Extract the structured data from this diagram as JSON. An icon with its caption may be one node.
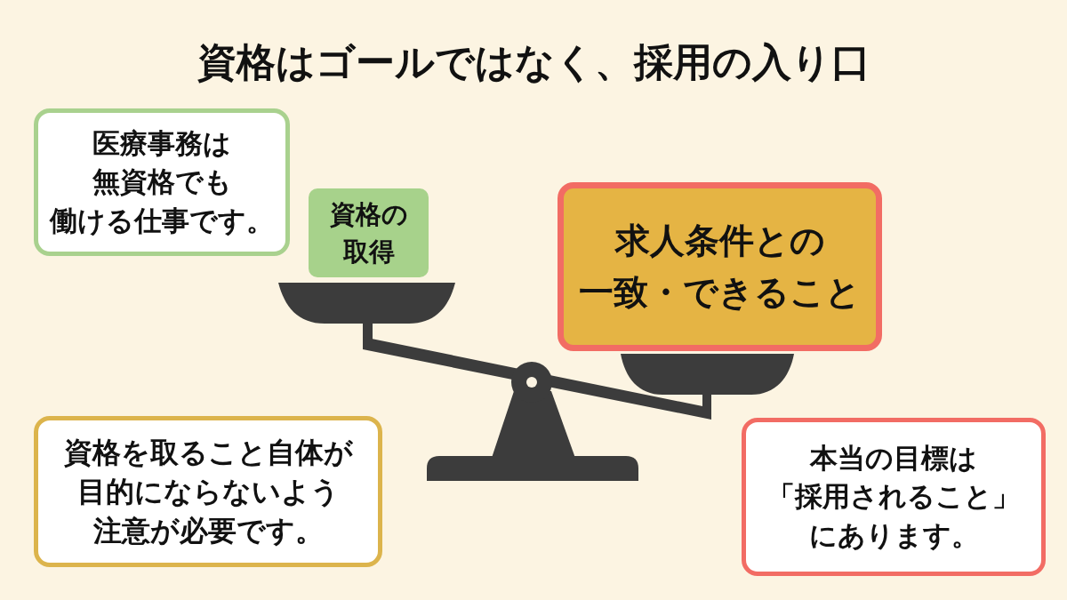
{
  "diagram": {
    "title": "資格はゴールではなく、採用の入り口",
    "nodes": [
      {
        "text": [
          "医療事務は無資格でも働ける仕事です。"
        ]
      },
      {
        "text": [
          "資格の取得"
        ]
      },
      {
        "text": [
          "求人条件との一致・できること"
        ]
      },
      {
        "text": [
          "資格を取ること自体が目的にならないよう注意が必要です。"
        ]
      },
      {
        "text": [
          "本当の目標は「採用されること」にあります。"
        ]
      }
    ]
  }
}
